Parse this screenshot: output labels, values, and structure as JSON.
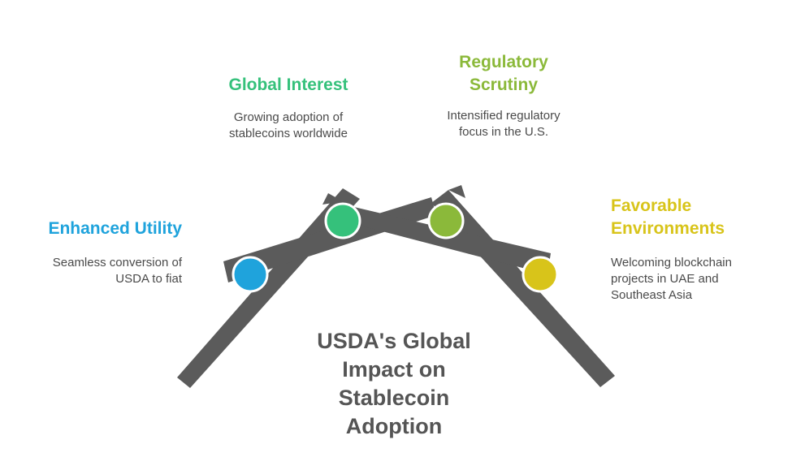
{
  "title": "USDA's Global Impact on Stablecoin Adoption",
  "colors": {
    "beam": "#5b5b5b",
    "enhanced": "#1fa3dc",
    "global": "#35c17b",
    "regulatory": "#8bb93a",
    "favorable": "#d8c41a"
  },
  "items": [
    {
      "key": "enhanced",
      "heading": "Enhanced Utility",
      "description": "Seamless conversion of USDA to fiat"
    },
    {
      "key": "global",
      "heading": "Global Interest",
      "description": "Growing adoption of stablecoins worldwide"
    },
    {
      "key": "regulatory",
      "heading": "Regulatory Scrutiny",
      "description": "Intensified regulatory focus in the U.S."
    },
    {
      "key": "favorable",
      "heading": "Favorable Environments",
      "description": "Welcoming blockchain projects in UAE and Southeast Asia"
    }
  ]
}
